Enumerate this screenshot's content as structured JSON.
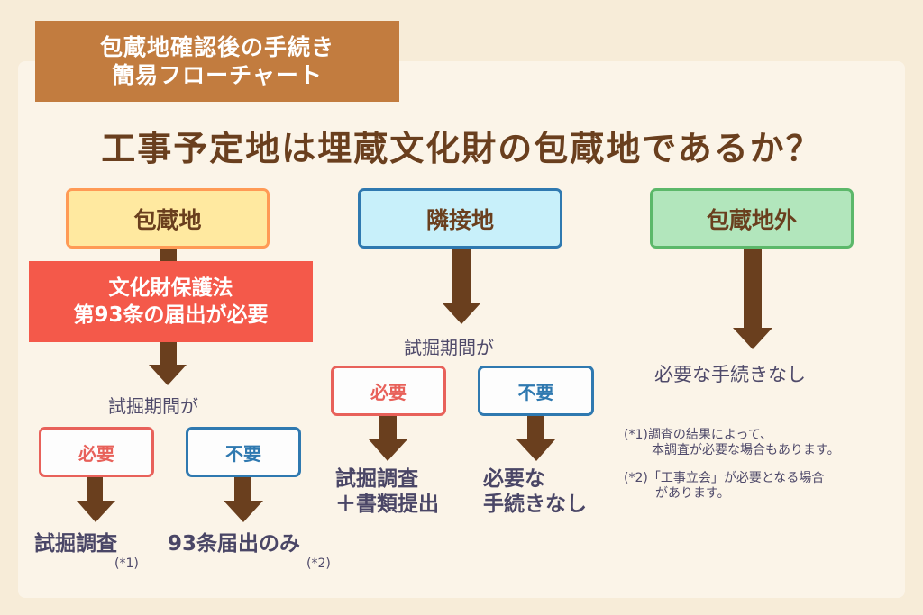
{
  "banner": {
    "line1": "包蔵地確認後の手続き",
    "line2": "簡易フローチャート"
  },
  "question": "工事予定地は埋蔵文化財の包蔵地であるか？",
  "colors": {
    "background": "#F7ECD8",
    "panel": "#FBF4E8",
    "banner": "#C27C3F",
    "arrow": "#6A3F1E",
    "notice": "#F4594A",
    "required": "#E8615A",
    "not_required": "#2F79B0"
  },
  "columns": {
    "hozochi": {
      "title": "包蔵地",
      "notice_line1": "文化財保護法",
      "notice_line2": "第93条の届出が必要",
      "period_label": "試掘期間が",
      "required_label": "必要",
      "not_required_label": "不要",
      "required_result": "試掘調査",
      "required_note_mark": "(*1)",
      "not_required_result": "93条届出のみ",
      "not_required_note_mark": "(*2)"
    },
    "rinsetsu": {
      "title": "隣接地",
      "period_label": "試掘期間が",
      "required_label": "必要",
      "not_required_label": "不要",
      "required_result_line1": "試掘調査",
      "required_result_line2": "＋書類提出",
      "not_required_result_line1": "必要な",
      "not_required_result_line2": "手続きなし"
    },
    "gai": {
      "title": "包蔵地外",
      "result": "必要な手続きなし"
    }
  },
  "notes": [
    {
      "mark": "(*1)",
      "line1": "調査の結果によって、",
      "line2": "本調査が必要な場合もあります。"
    },
    {
      "mark": "(*2)",
      "line1": "「工事立会」が必要となる場合",
      "line2": "があります。"
    }
  ]
}
